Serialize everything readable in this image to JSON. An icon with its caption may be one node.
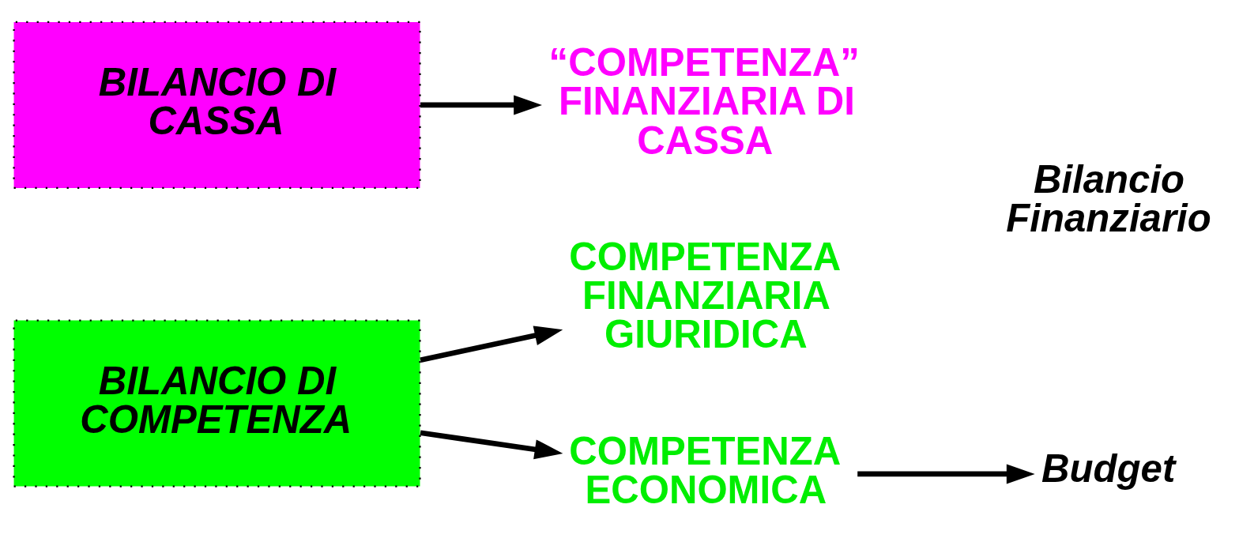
{
  "diagram": {
    "nodes": [
      {
        "text": [
          "BILANCIO DI CASSA"
        ]
      },
      {
        "text": [
          "“COMPETENZA” FINANZIARIA DI CASSA"
        ]
      },
      {
        "text": [
          "BILANCIO DI COMPETENZA"
        ]
      },
      {
        "text": [
          "COMPETENZA FINANZIARIA GIURIDICA"
        ]
      },
      {
        "text": [
          "COMPETENZA ECONOMICA"
        ]
      },
      {
        "text": [
          "Budget"
        ]
      }
    ],
    "edges": [
      {
        "from": 0,
        "to": 1,
        "arrow": "to"
      },
      {
        "from": 2,
        "to": 3,
        "arrow": "to"
      },
      {
        "from": 2,
        "to": 4,
        "arrow": "to"
      },
      {
        "from": 4,
        "to": 5,
        "arrow": "to"
      }
    ],
    "labels": [
      "Bilancio Finanziario"
    ]
  }
}
